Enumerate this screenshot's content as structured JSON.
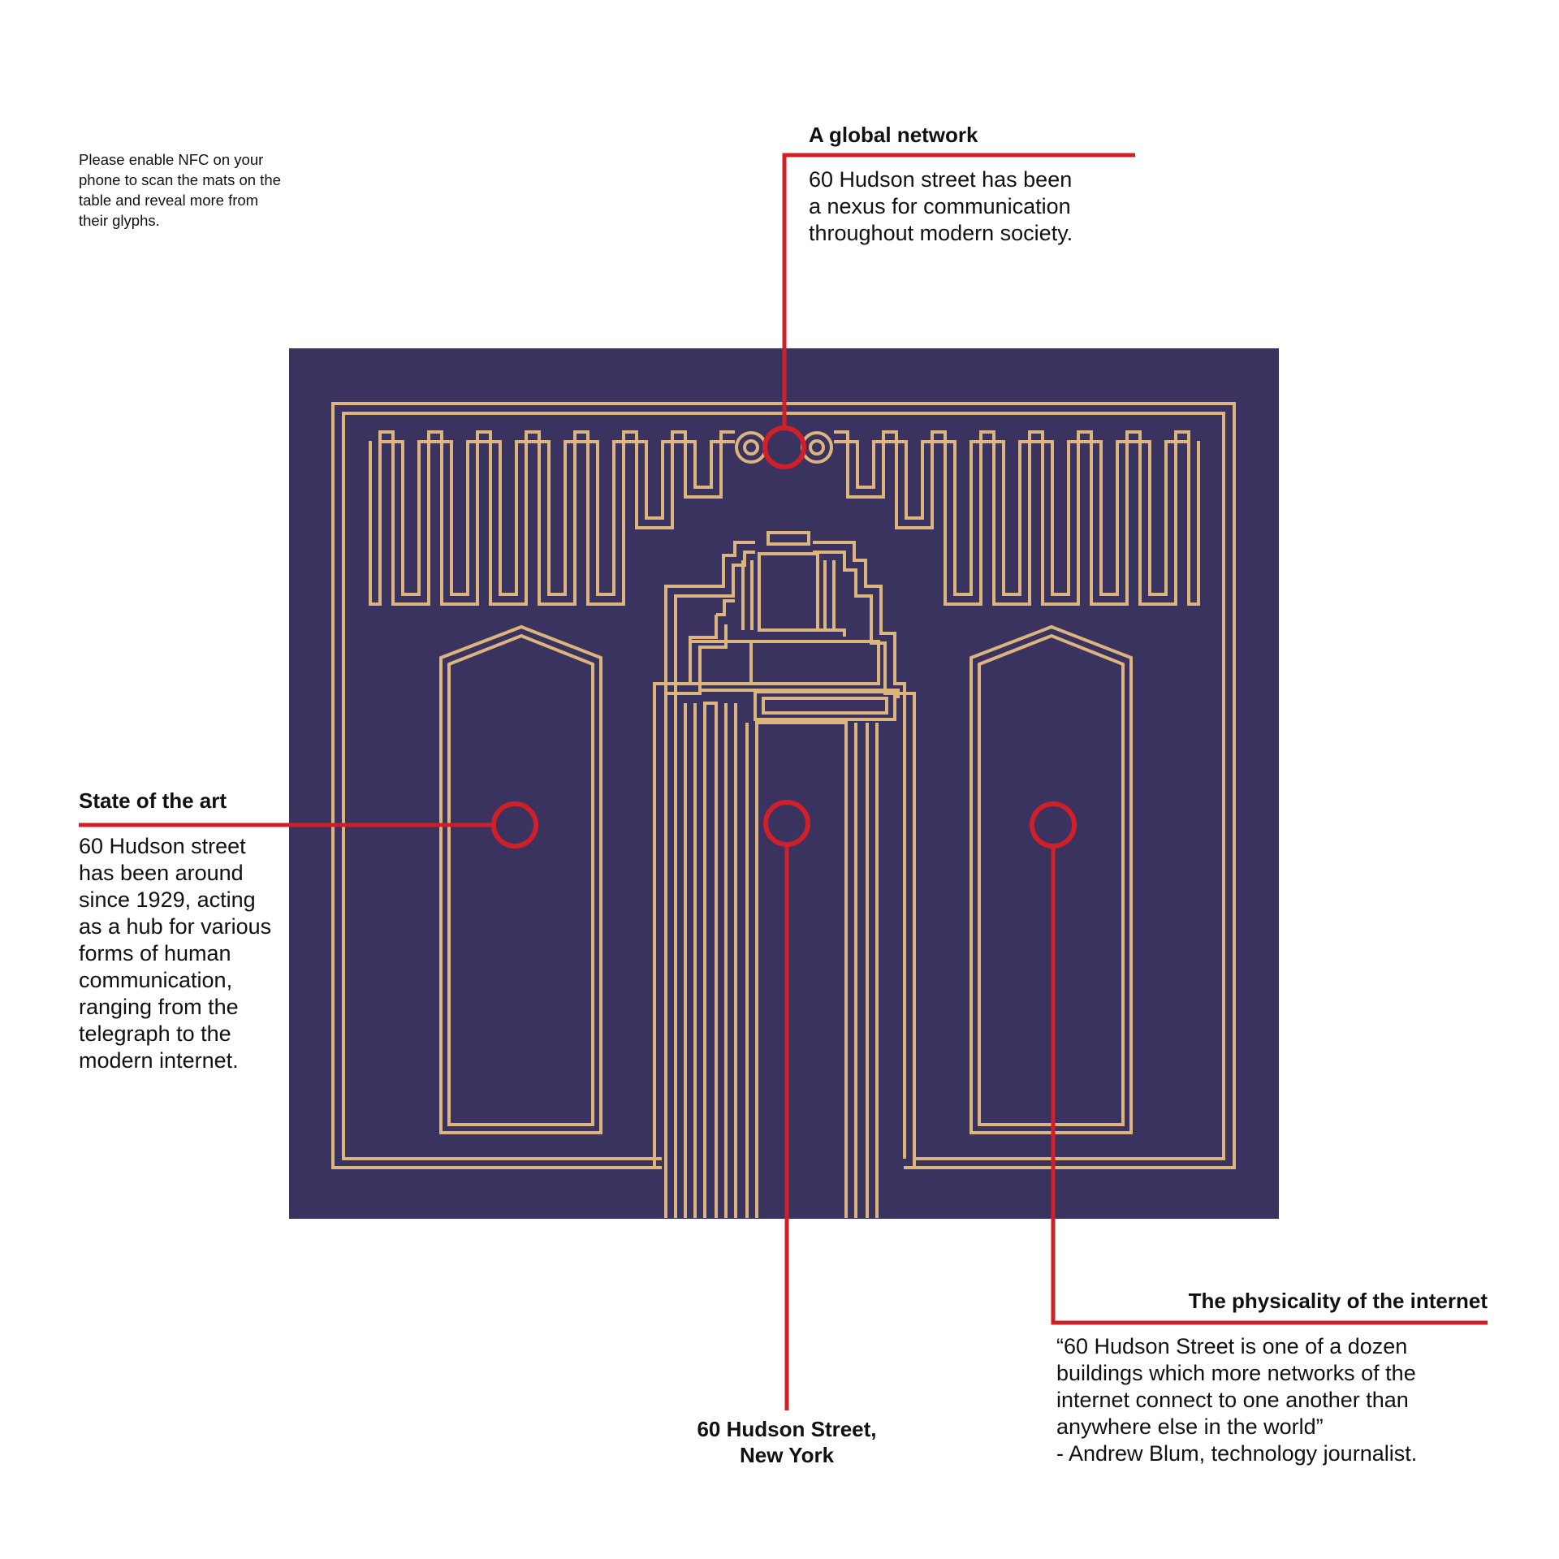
{
  "colors": {
    "background": "#ffffff",
    "panel": "#3b335f",
    "ornament": "#dcb57e",
    "callout": "#cf1f28",
    "text": "#111111"
  },
  "nfc_note": "Please enable NFC on your\nphone to scan the mats on the\ntable and reveal more from\ntheir glyphs.",
  "callouts": [
    {
      "id": "global-network",
      "heading": "A global network",
      "body": "60 Hudson street has been\na nexus for communication\nthroughout modern society."
    },
    {
      "id": "state-of-the-art",
      "heading": "State of the art",
      "body": "60 Hudson street\nhas been around\nsince 1929, acting\nas a hub for various\nforms of human\ncommunication,\nranging from the\ntelegraph to the\nmodern internet."
    },
    {
      "id": "physicality",
      "heading": "The physicality of the internet",
      "body": "“60 Hudson Street is one of a dozen\nbuildings which more networks of the\ninternet connect to one another than\nanywhere else in the world”\n- Andrew Blum, technology journalist."
    },
    {
      "id": "address",
      "heading": "60 Hudson Street,\nNew York"
    }
  ]
}
